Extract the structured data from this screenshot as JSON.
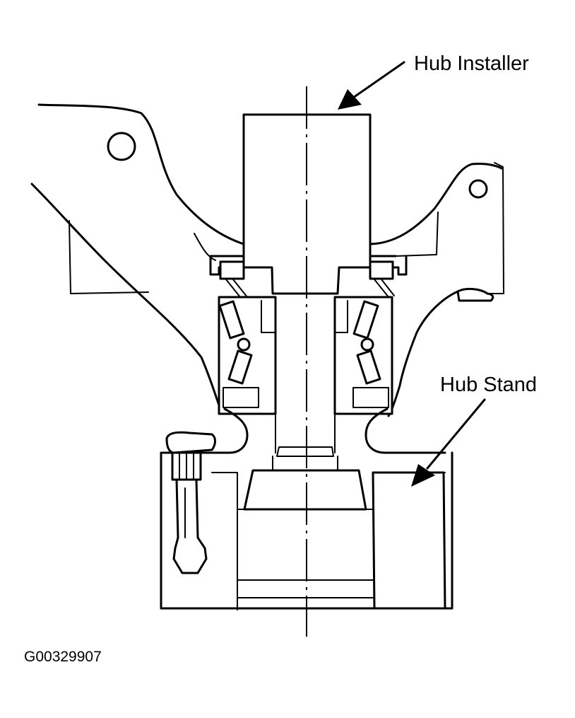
{
  "labels": {
    "hub_installer": "Hub Installer",
    "hub_stand": "Hub Stand",
    "figure_id": "G00329907"
  }
}
